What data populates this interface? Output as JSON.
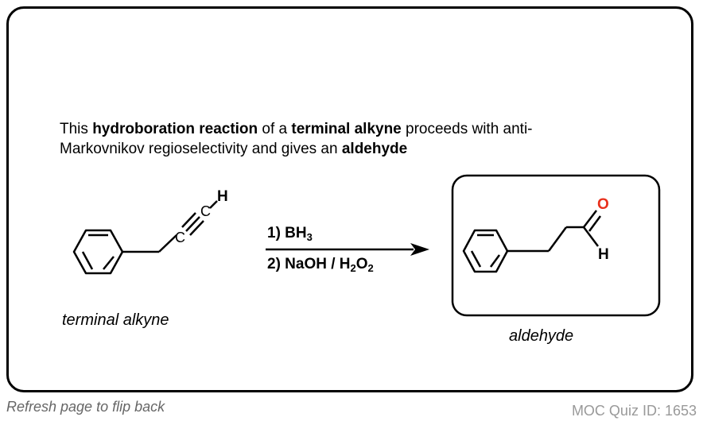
{
  "description": {
    "part1": "This ",
    "bold1": "hydroboration reaction",
    "part2": " of a ",
    "bold2": "terminal alkyne",
    "part3": " proceeds with anti-Markovnikov regioselectivity and gives an ",
    "bold3": "aldehyde"
  },
  "reactant": {
    "caption": "terminal alkyne",
    "atoms": {
      "c1": "C",
      "c2": "C",
      "h": "H"
    }
  },
  "reagents": {
    "step1_prefix": "1) BH",
    "step1_sub": "3",
    "step2_prefix": "2) NaOH / H",
    "step2_sub1": "2",
    "step2_mid": "O",
    "step2_sub2": "2"
  },
  "product": {
    "caption": "aldehyde",
    "atoms": {
      "o": "O",
      "h": "H"
    }
  },
  "colors": {
    "oxygen": "#e8301c",
    "ink": "#000000"
  },
  "footer": {
    "left": "Refresh page to flip back",
    "right": "MOC Quiz ID: 1653"
  }
}
